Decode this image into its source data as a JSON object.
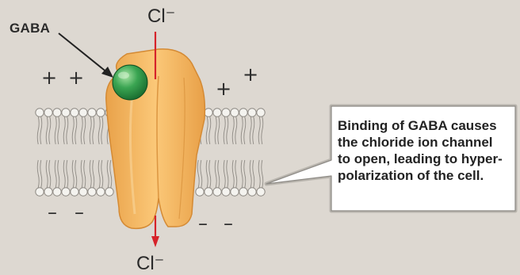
{
  "labels": {
    "ion_top": "Cl⁻",
    "ion_bottom": "Cl⁻",
    "gaba": "GABA"
  },
  "charges": {
    "positive": "+",
    "negative": "–"
  },
  "callout": {
    "line1": "Binding of GABA causes",
    "line2": "the chloride ion channel",
    "line3": "to open, leading to hyper-",
    "line4": "polarization of the cell."
  },
  "colors": {
    "background": "#ddd8d1",
    "membrane_head": "#f4f3ef",
    "channel_fill": "#f6b75c",
    "gaba_fill": "#2f9a4a",
    "ion_arrow": "#d6232a"
  }
}
